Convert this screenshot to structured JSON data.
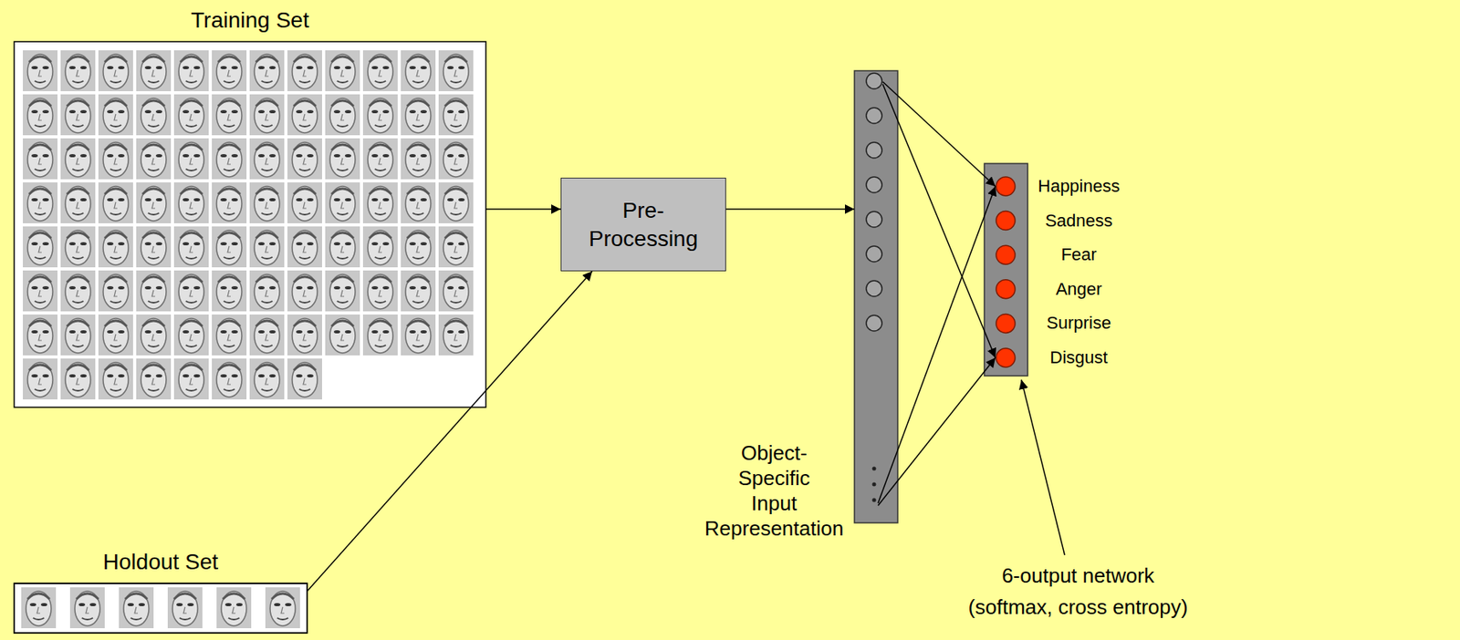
{
  "diagram": {
    "nodes": [
      {
        "text": [
          "Training Set"
        ]
      },
      {
        "text": [
          "Holdout Set"
        ]
      },
      {
        "text": [
          "Pre- Processing"
        ]
      },
      {
        "text": [
          "Object- Specific Input Representation"
        ]
      },
      {
        "text": [
          "Happiness",
          "Sadness",
          "Fear",
          "Anger",
          "Surprise",
          "Disgust"
        ]
      }
    ],
    "edges": [
      {
        "from": 0,
        "to": 2,
        "arrow": "to"
      },
      {
        "from": 1,
        "to": 2,
        "arrow": "to"
      },
      {
        "from": 2,
        "to": 3,
        "arrow": "to"
      },
      {
        "from": 3,
        "to": 4,
        "arrow": "to"
      },
      {
        "from": 3,
        "to": 4,
        "arrow": "to"
      },
      {
        "from": 3,
        "to": 4,
        "arrow": "to"
      },
      {
        "from": 3,
        "to": 4,
        "arrow": "to"
      }
    ],
    "labels": [
      "6-output network (softmax, cross entropy)"
    ]
  }
}
